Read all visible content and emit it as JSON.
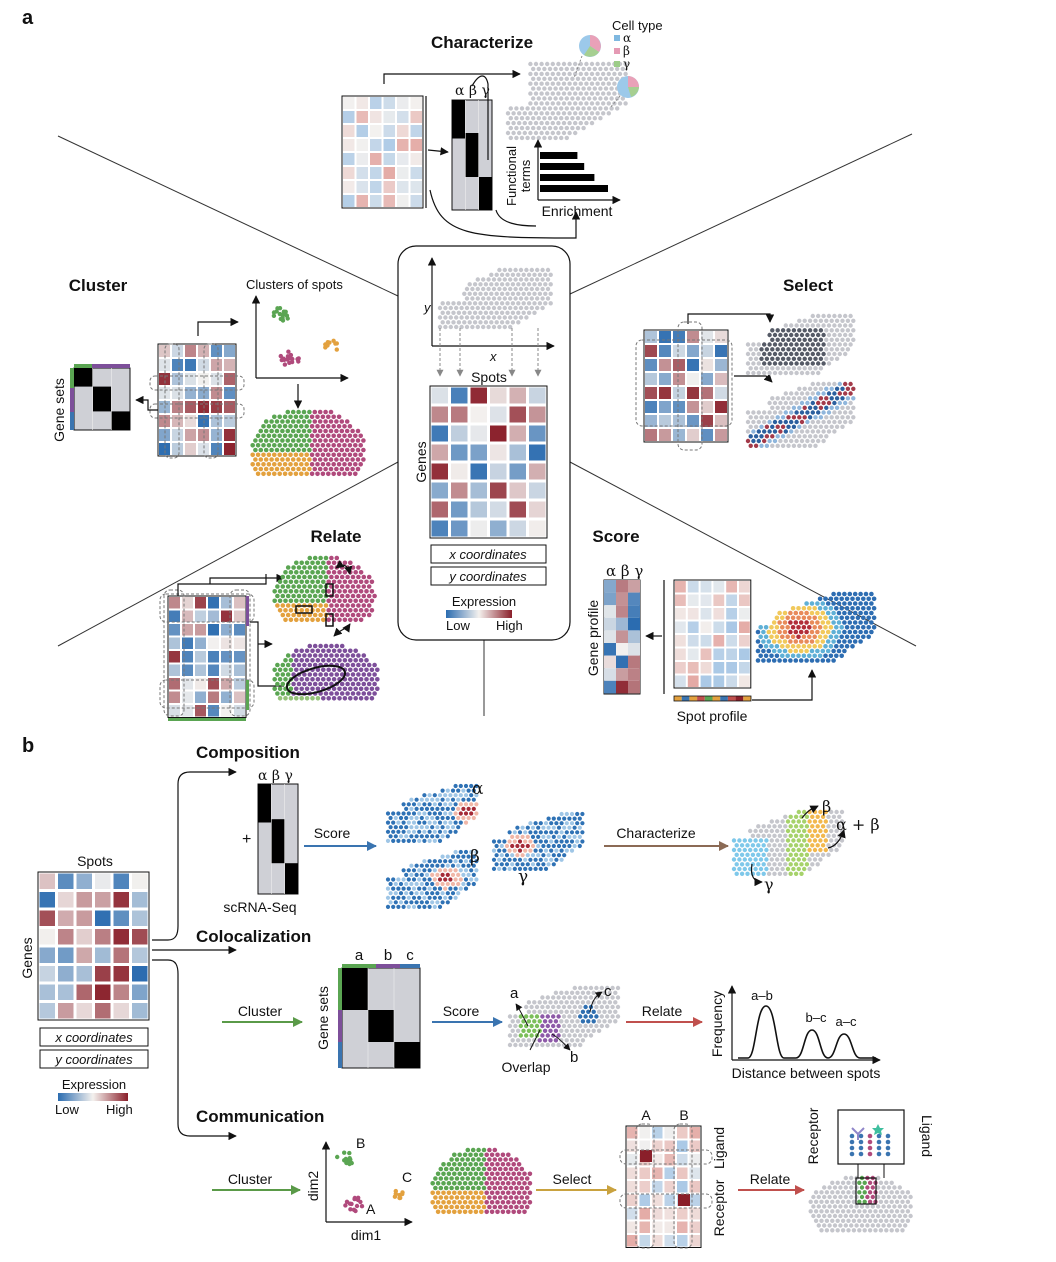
{
  "panel_a": {
    "label": "a",
    "sections": {
      "characterize": "Characterize",
      "cluster": "Cluster",
      "select": "Select",
      "relate": "Relate",
      "score": "Score"
    },
    "cell_type_legend": {
      "title": "Cell type",
      "items": [
        "α",
        "β",
        "γ"
      ]
    },
    "greek": [
      "α",
      "β",
      "γ"
    ],
    "functional_terms": "Functional terms",
    "functional_terms_lines": [
      "Functional",
      "terms"
    ],
    "enrichment": "Enrichment",
    "enrichment_bars": [
      0.55,
      0.65,
      0.8,
      1.0
    ],
    "clusters_of_spots": "Clusters of spots",
    "gene_sets": "Gene sets",
    "center": {
      "y_axis": "y",
      "x_axis": "x",
      "spots": "Spots",
      "genes": "Genes",
      "x_coordinates": "x coordinates",
      "y_coordinates": "y coordinates",
      "expression": "Expression",
      "low": "Low",
      "high": "High"
    },
    "gene_profile": "Gene profile",
    "spot_profile": "Spot profile"
  },
  "panel_b": {
    "label": "b",
    "spots": "Spots",
    "genes": "Genes",
    "x_coordinates": "x coordinates",
    "y_coordinates": "y coordinates",
    "expression": "Expression",
    "low": "Low",
    "high": "High",
    "composition": {
      "title": "Composition",
      "plus": "+",
      "greek": [
        "α",
        "β",
        "γ"
      ],
      "scrna": "scRNA-Seq",
      "score": "Score",
      "alpha": "α",
      "beta": "β",
      "gamma": "γ",
      "characterize": "Characterize",
      "beta_label": "β",
      "alpha_beta": "α + β",
      "gamma_label": "γ"
    },
    "colocalization": {
      "title": "Colocalization",
      "cluster": "Cluster",
      "gene_sets": "Gene sets",
      "cols": [
        "a",
        "b",
        "c"
      ],
      "score": "Score",
      "a": "a",
      "b": "b",
      "c": "c",
      "overlap": "Overlap",
      "relate": "Relate",
      "frequency": "Frequency",
      "distance": "Distance between spots",
      "peaks": [
        "a–b",
        "b–c",
        "a–c"
      ]
    },
    "communication": {
      "title": "Communication",
      "cluster": "Cluster",
      "dim1": "dim1",
      "dim2": "dim2",
      "A": "A",
      "B": "B",
      "C": "C",
      "select": "Select",
      "ligand": "Ligand",
      "receptor": "Receptor",
      "col_A": "A",
      "col_B": "B",
      "relate": "Relate",
      "zoom_receptor": "Receptor",
      "zoom_ligand": "Ligand"
    }
  },
  "colors": {
    "characterize": "#8b6a55",
    "cluster": "#5a9a48",
    "select": "#c9a23f",
    "relate": "#c0504d",
    "score": "#3a74b0",
    "green": "#5aa552",
    "magenta": "#b04a7c",
    "orange": "#e3a13e",
    "purple": "#7d4f9a",
    "grey": "#c5c6cc"
  }
}
